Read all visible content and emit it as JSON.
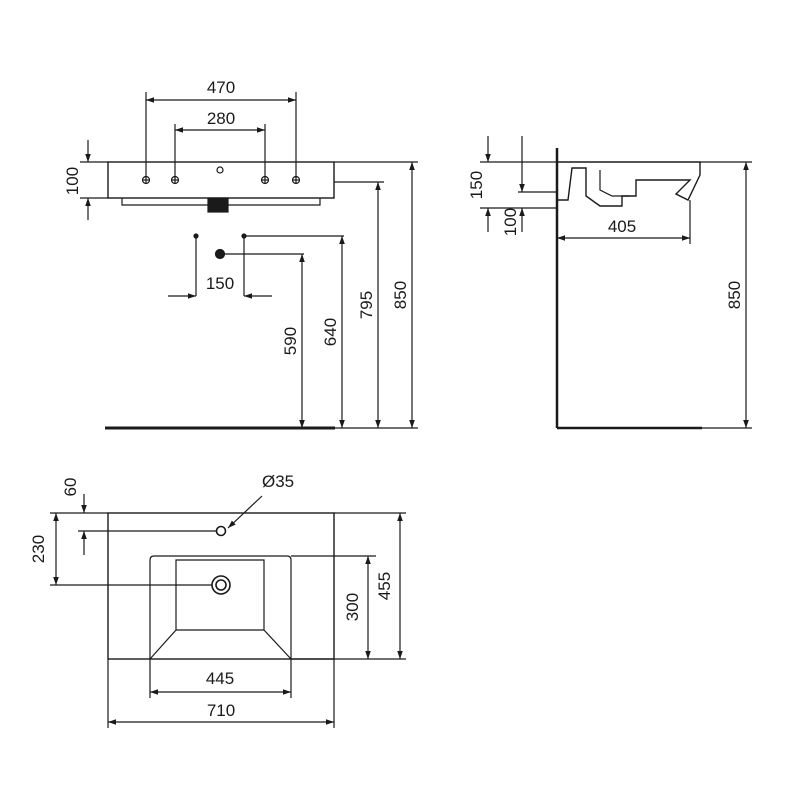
{
  "front_view": {
    "width_outer": "470",
    "width_inner": "280",
    "rim_height": "100",
    "drain_offset": "150",
    "h_590": "590",
    "h_640": "640",
    "h_795": "795",
    "h_850": "850"
  },
  "side_view": {
    "rim_top": "150",
    "rim_bottom": "100",
    "depth": "405",
    "height": "850"
  },
  "top_view": {
    "tap_offset": "60",
    "tap_hole_diameter": "Ø35",
    "drain_offset": "230",
    "basin_depth": "300",
    "overall_depth": "455",
    "basin_width": "445",
    "overall_width": "710"
  }
}
